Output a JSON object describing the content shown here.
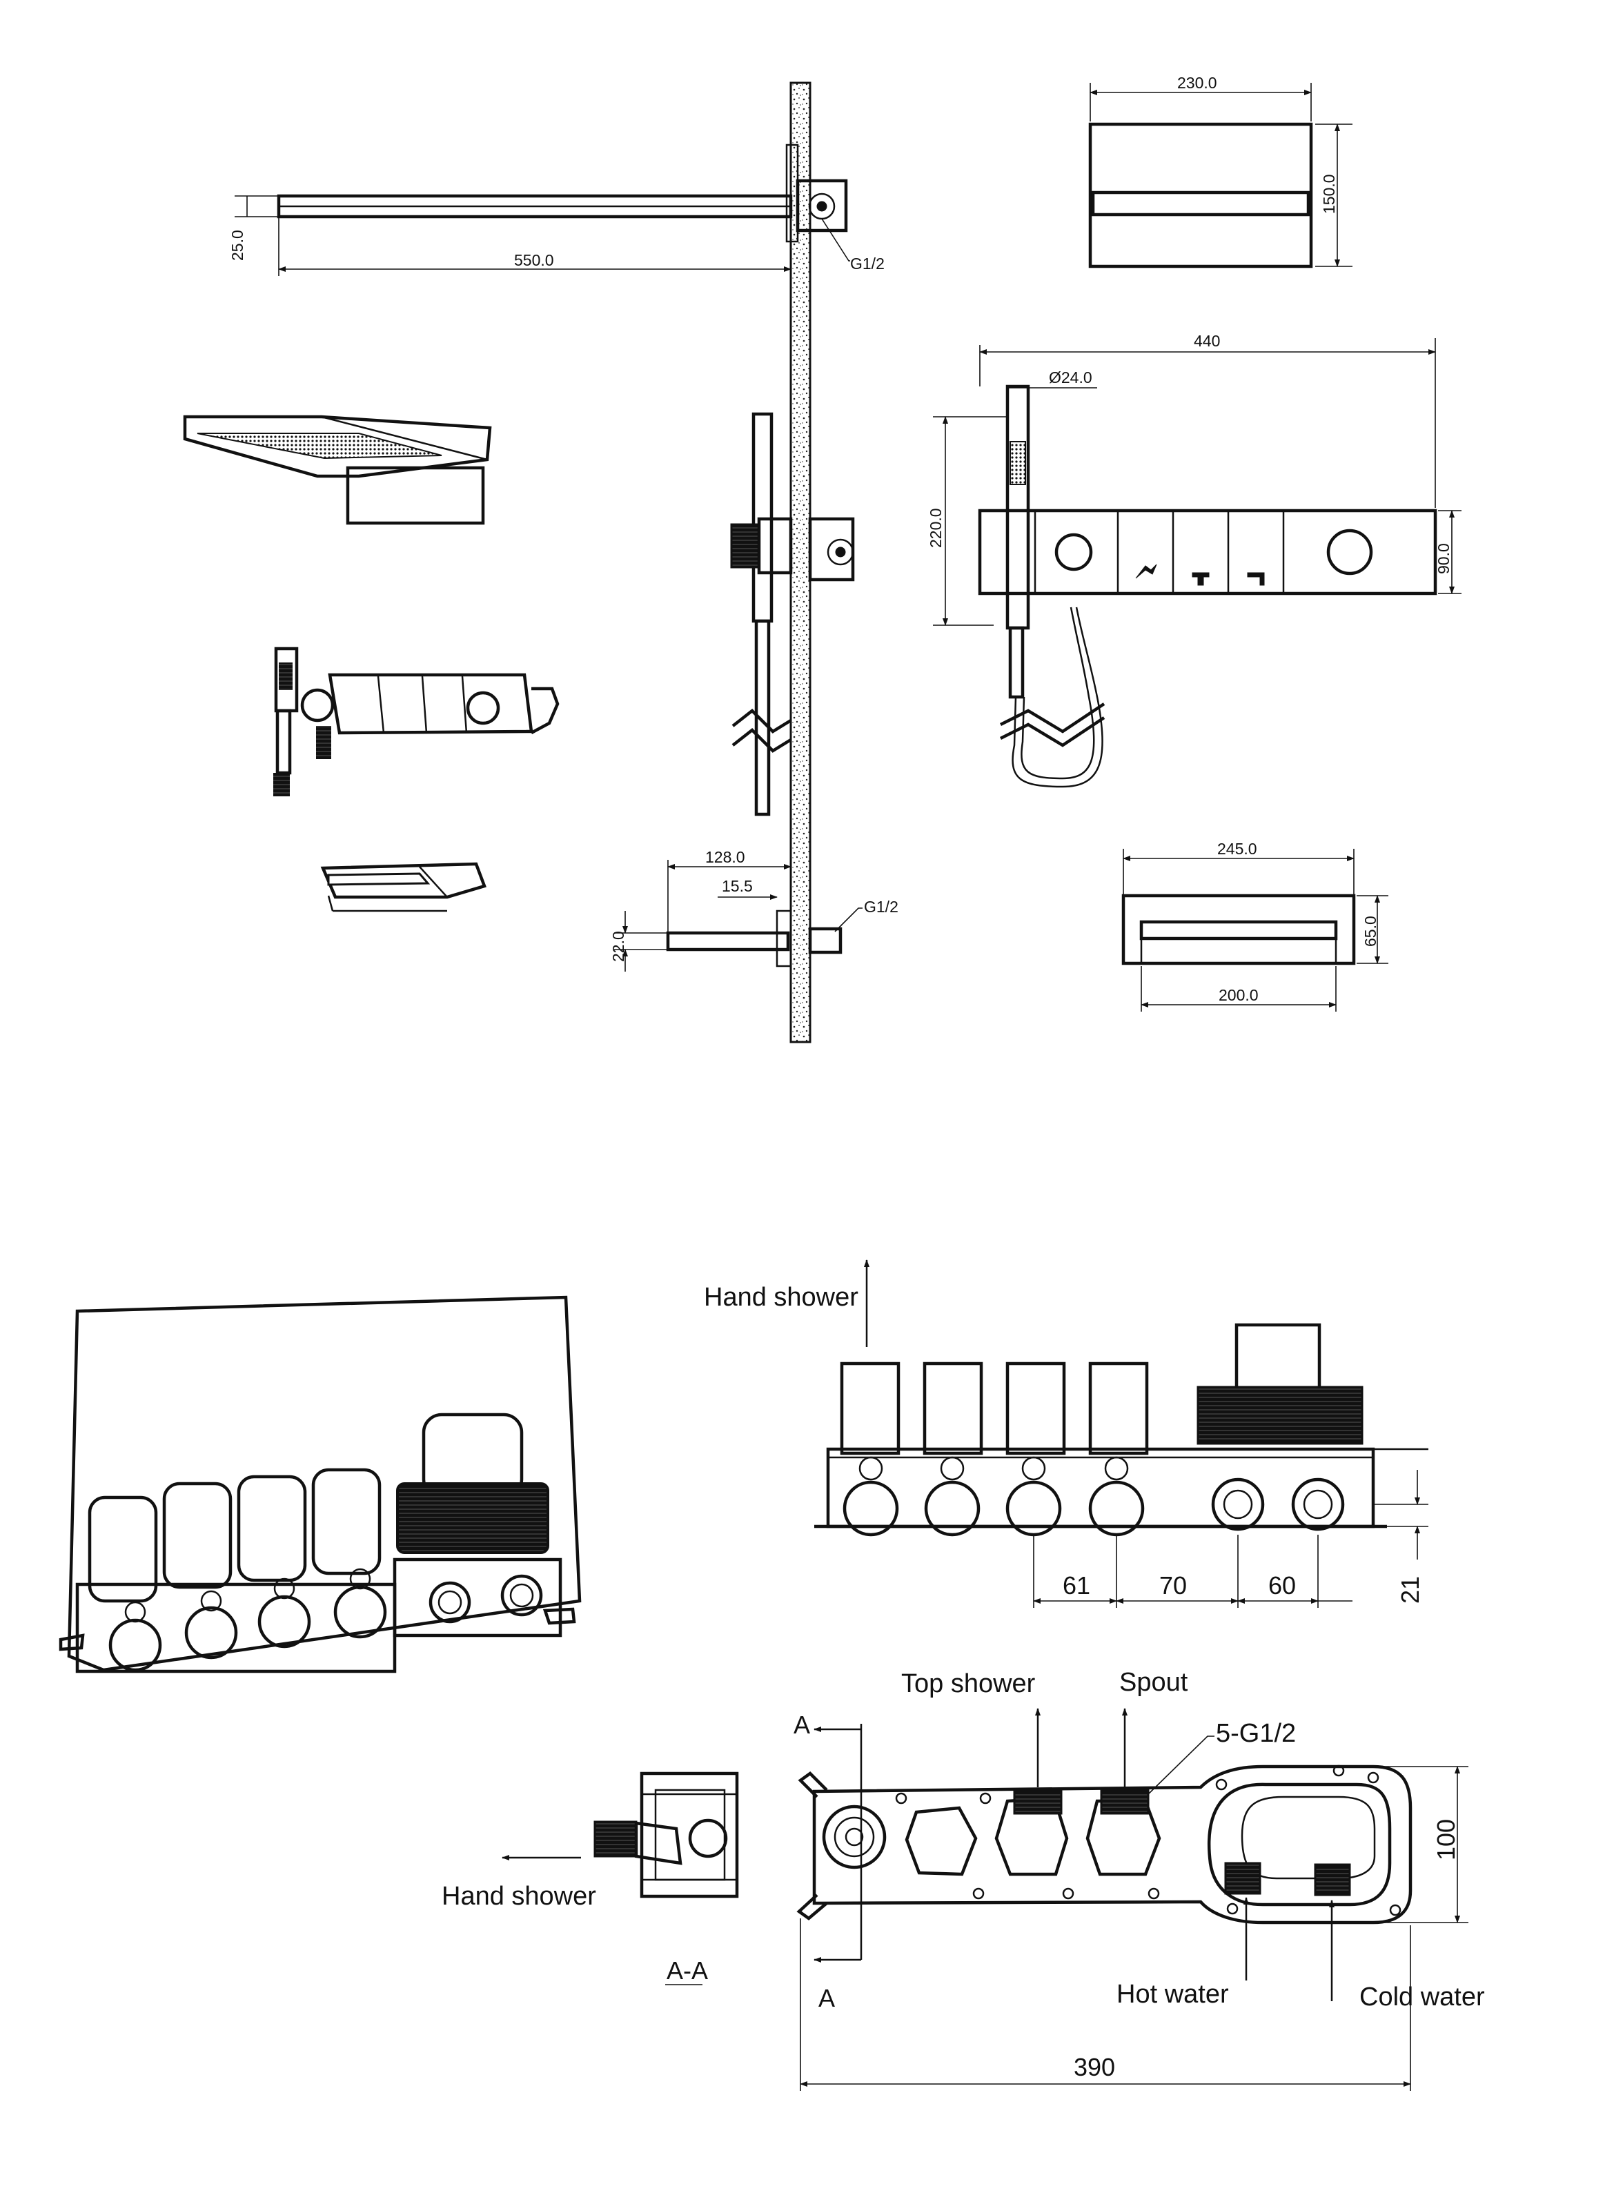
{
  "dimensions": {
    "arm_length": "550.0",
    "arm_thickness": "25.0",
    "inlet_thread_top": "G1/2",
    "head_width": "230.0",
    "head_height": "150.0",
    "panel_width": "440",
    "handshower_diameter": "Ø24.0",
    "panel_total_height": "220.0",
    "panel_height": "90.0",
    "spout_length": "128.0",
    "spout_offset": "15.5",
    "spout_thickness": "22.0",
    "inlet_thread_spout": "G1/2",
    "spout_top_width": "245.0",
    "spout_height": "65.0",
    "spout_bottom_width": "200.0",
    "valve_spacing_1": "61",
    "valve_spacing_2": "70",
    "valve_spacing_3": "60",
    "valve_depth": "21",
    "valve_height": "100",
    "valve_length": "390",
    "connection_threads": "5-G1/2",
    "section_mark_a": "A",
    "section_label": "A-A"
  },
  "labels": {
    "hand_shower_top": "Hand shower",
    "hand_shower_section": "Hand shower",
    "top_shower": "Top shower",
    "spout": "Spout",
    "hot_water": "Hot water",
    "cold_water": "Cold water"
  }
}
